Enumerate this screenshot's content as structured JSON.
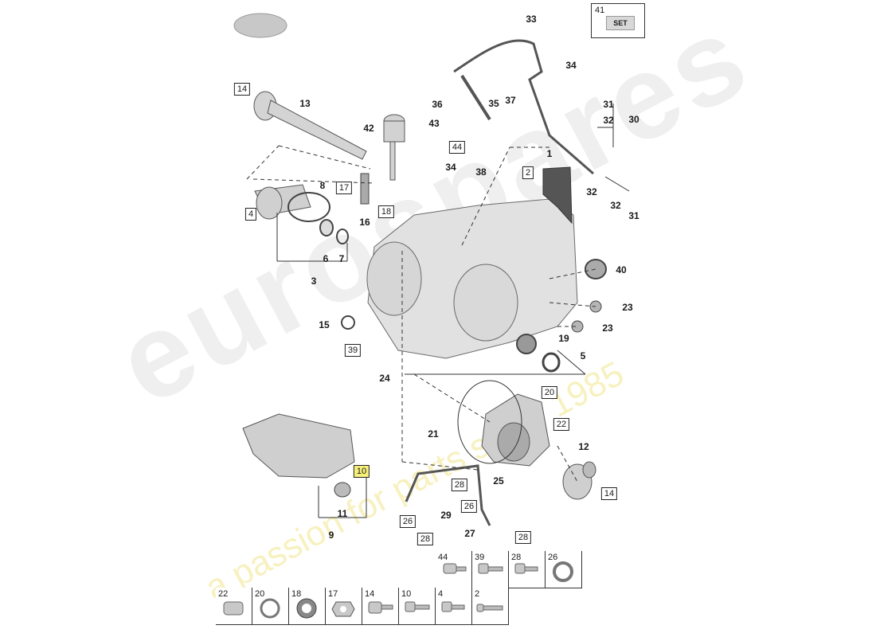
{
  "watermark": {
    "brand": "eurospares",
    "tagline": "a passion for parts since 1985"
  },
  "callouts": {
    "c1": "1",
    "c3": "3",
    "c5": "5",
    "c6": "6",
    "c7": "7",
    "c8": "8",
    "c9": "9",
    "c11": "11",
    "c12": "12",
    "c13": "13",
    "c15": "15",
    "c16": "16",
    "c19": "19",
    "c21": "21",
    "c23a": "23",
    "c23b": "23",
    "c24": "24",
    "c25": "25",
    "c27": "27",
    "c29": "29",
    "c30": "30",
    "c31a": "31",
    "c31b": "31",
    "c32a": "32",
    "c32b": "32",
    "c32c": "32",
    "c33": "33",
    "c34a": "34",
    "c34b": "34",
    "c35": "35",
    "c36": "36",
    "c37": "37",
    "c38": "38",
    "c40": "40",
    "c42": "42",
    "c43": "43"
  },
  "boxed_refs": {
    "b2": "2",
    "b4": "4",
    "b10": "10",
    "b14a": "14",
    "b14b": "14",
    "b17": "17",
    "b18": "18",
    "b20": "20",
    "b22": "22",
    "b26a": "26",
    "b26b": "26",
    "b28a": "28",
    "b28b": "28",
    "b28c": "28",
    "b39": "39",
    "b44": "44"
  },
  "kit": {
    "number": "41",
    "label": "SET"
  },
  "hardware_table": {
    "row1": [
      "44",
      "39",
      "28",
      "26"
    ],
    "row2": [
      "22",
      "20",
      "18",
      "17",
      "14",
      "10",
      "4",
      "2"
    ]
  },
  "colors": {
    "line": "#333333",
    "part_fill": "#cfcfcf",
    "highlight": "#f6ef7a"
  }
}
